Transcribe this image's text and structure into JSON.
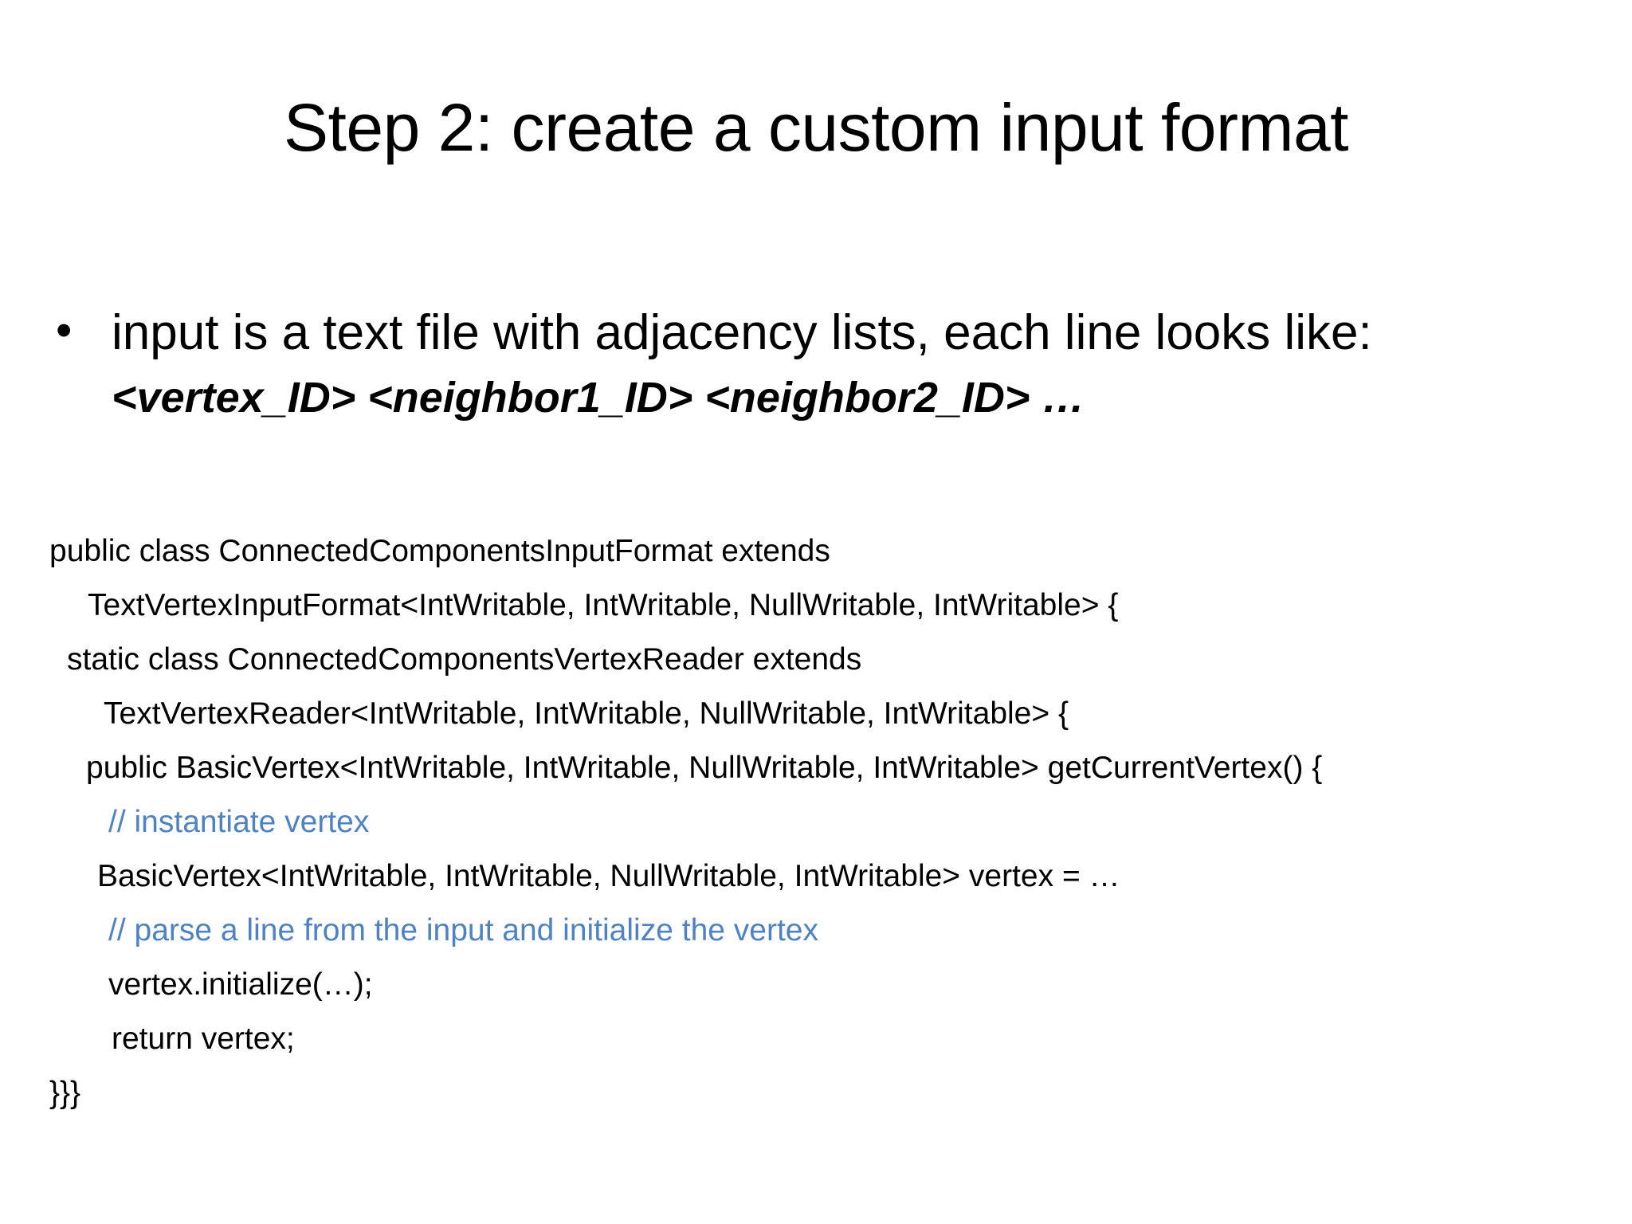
{
  "slide": {
    "title": "Step 2: create a custom input format",
    "background_color": "#ffffff",
    "text_color": "#000000",
    "comment_color": "#4f82c2"
  },
  "bullets": [
    {
      "marker": "•",
      "text_plain": "input is a text file with adjacency lists, each line looks like: ",
      "text_italic": "<vertex_ID> <neighbor1_ID> <neighbor2_ID> …"
    }
  ],
  "code": {
    "lines": [
      {
        "text": "public class ConnectedComponentsInputFormat extends",
        "indent": 62,
        "style": "normal"
      },
      {
        "text": "TextVertexInputFormat<IntWritable, IntWritable, NullWritable, IntWritable> {",
        "indent": 110,
        "style": "normal"
      },
      {
        "text": "static class ConnectedComponentsVertexReader extends",
        "indent": 84,
        "style": "normal"
      },
      {
        "text": "TextVertexReader<IntWritable, IntWritable, NullWritable, IntWritable> {",
        "indent": 130,
        "style": "normal"
      },
      {
        "text": "public BasicVertex<IntWritable, IntWritable, NullWritable, IntWritable> getCurrentVertex() {",
        "indent": 108,
        "style": "normal"
      },
      {
        "text": "// instantiate vertex",
        "indent": 136,
        "style": "comment"
      },
      {
        "text": "BasicVertex<IntWritable, IntWritable, NullWritable, IntWritable> vertex = …",
        "indent": 122,
        "style": "normal"
      },
      {
        "text": "// parse a line from the input and initialize the vertex",
        "indent": 136,
        "style": "comment"
      },
      {
        "text": "vertex.initialize(…);",
        "indent": 136,
        "style": "normal"
      },
      {
        "text": "return vertex;",
        "indent": 140,
        "style": "normal"
      },
      {
        "text": "}}}",
        "indent": 62,
        "style": "normal"
      }
    ]
  }
}
